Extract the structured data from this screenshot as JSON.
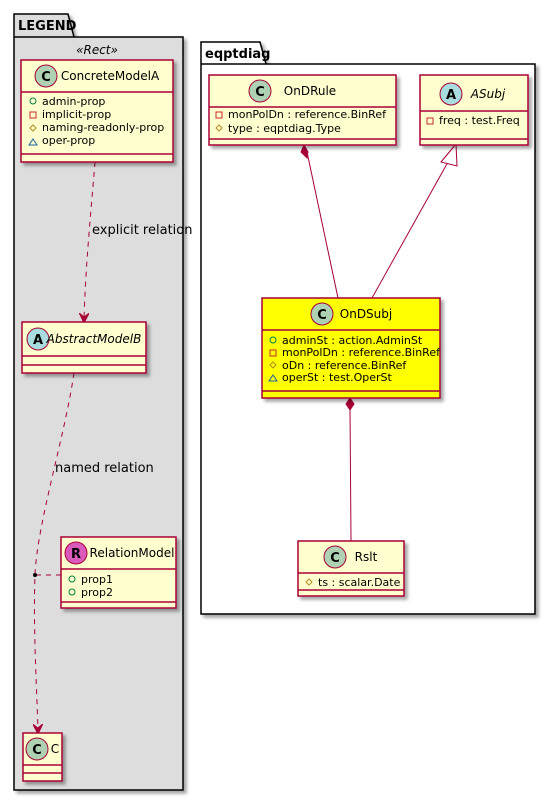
{
  "legend": {
    "name": "LEGEND",
    "stereotype": "«Rect»",
    "classes": {
      "concrete": {
        "name": "ConcreteModelA",
        "kind": "C",
        "attrs": [
          "admin-prop",
          "implicit-prop",
          "naming-readonly-prop",
          "oper-prop"
        ]
      },
      "abstract": {
        "name": "AbstractModelB",
        "kind": "A",
        "attrs": []
      },
      "relation": {
        "name": "RelationModel",
        "kind": "R",
        "attrs": [
          "prop1",
          "prop2"
        ]
      },
      "c": {
        "name": "C",
        "kind": "C",
        "attrs": []
      }
    },
    "edges": {
      "explicit": "explicit relation",
      "named": "named relation"
    }
  },
  "eqptdiag": {
    "name": "eqptdiag",
    "classes": {
      "ondrule": {
        "name": "OnDRule",
        "kind": "C",
        "attrs": [
          "monPolDn : reference.BinRef",
          "type : eqptdiag.Type"
        ]
      },
      "asubj": {
        "name": "ASubj",
        "kind": "A",
        "attrs": [
          "freq : test.Freq"
        ]
      },
      "ondsubj": {
        "name": "OnDSubj",
        "kind": "C",
        "attrs": [
          "adminSt : action.AdminSt",
          "monPolDn : reference.BinRef",
          "oDn : reference.BinRef",
          "operSt : test.OperSt"
        ]
      },
      "rslt": {
        "name": "Rslt",
        "kind": "C",
        "attrs": [
          "ts : scalar.Date"
        ]
      }
    }
  },
  "colors": {
    "class_fill": "#FEFECE",
    "highlight_fill": "#FFFF00",
    "border": "#A80036",
    "package_fill": "#DDDDDD"
  }
}
